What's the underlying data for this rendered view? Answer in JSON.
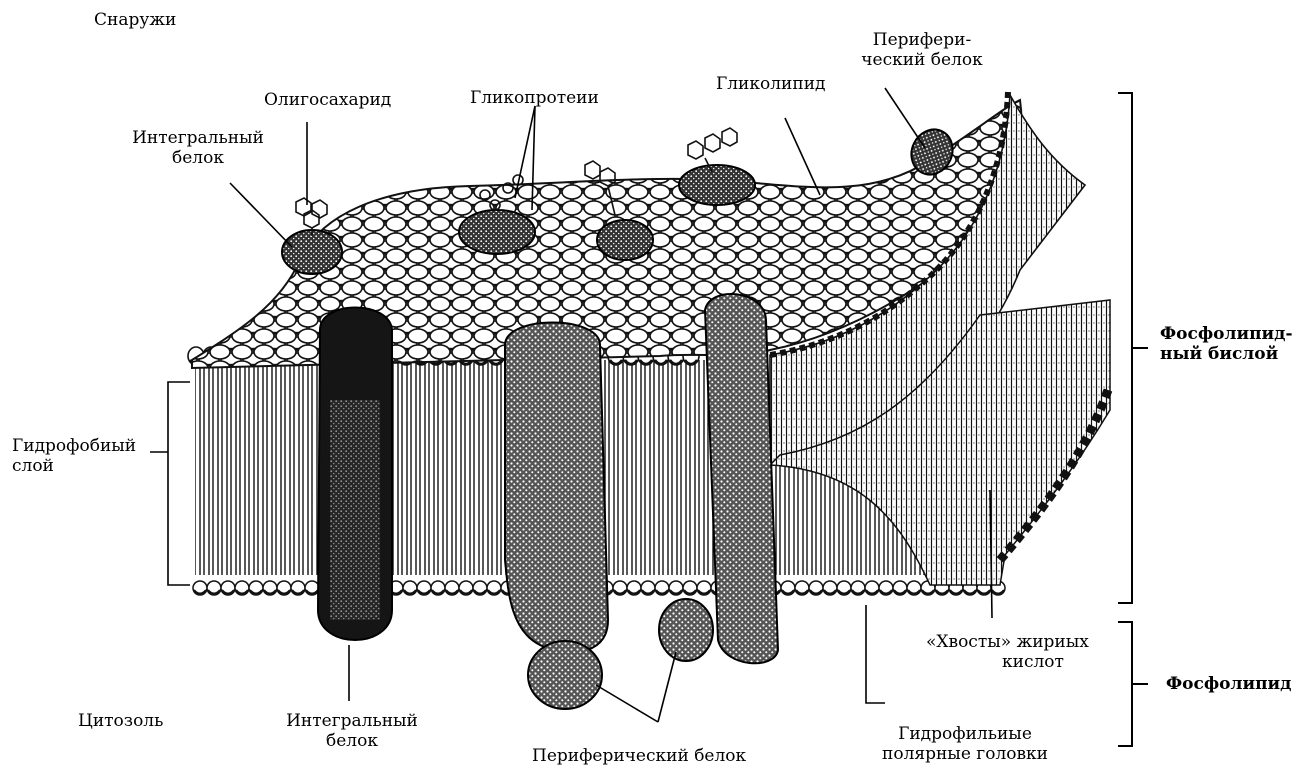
{
  "labels": {
    "outside": "Снаружи",
    "oligosaccharide": "Олигосахарид",
    "glycoproteins": "Гликопротеии",
    "glycolipid": "Гликолипид",
    "peripheral_protein_top": [
      "Перифери-",
      "ческий белок"
    ],
    "integral_protein_top": [
      "Интегральный",
      "белок"
    ],
    "hydrophobic_layer": [
      "Гидрофобиый",
      "слой"
    ],
    "phospholipid_bilayer": [
      "Фосфолипид-",
      "ный бислой"
    ],
    "cytosol": "Цитозоль",
    "integral_protein_bottom": [
      "Интегральный",
      "белок"
    ],
    "peripheral_protein_bottom": "Периферический белок",
    "fatty_acid_tails": [
      "«Хвосты» жириых",
      "кислот"
    ],
    "phospholipid": "Фосфолипид",
    "hydrophilic_heads": [
      "Гидрофильиые",
      "полярные головки"
    ]
  },
  "colors": {
    "ink": "#111111",
    "protein_fill": "#2a2a2a",
    "head_fill": "#ffffff",
    "background": "#ffffff"
  }
}
